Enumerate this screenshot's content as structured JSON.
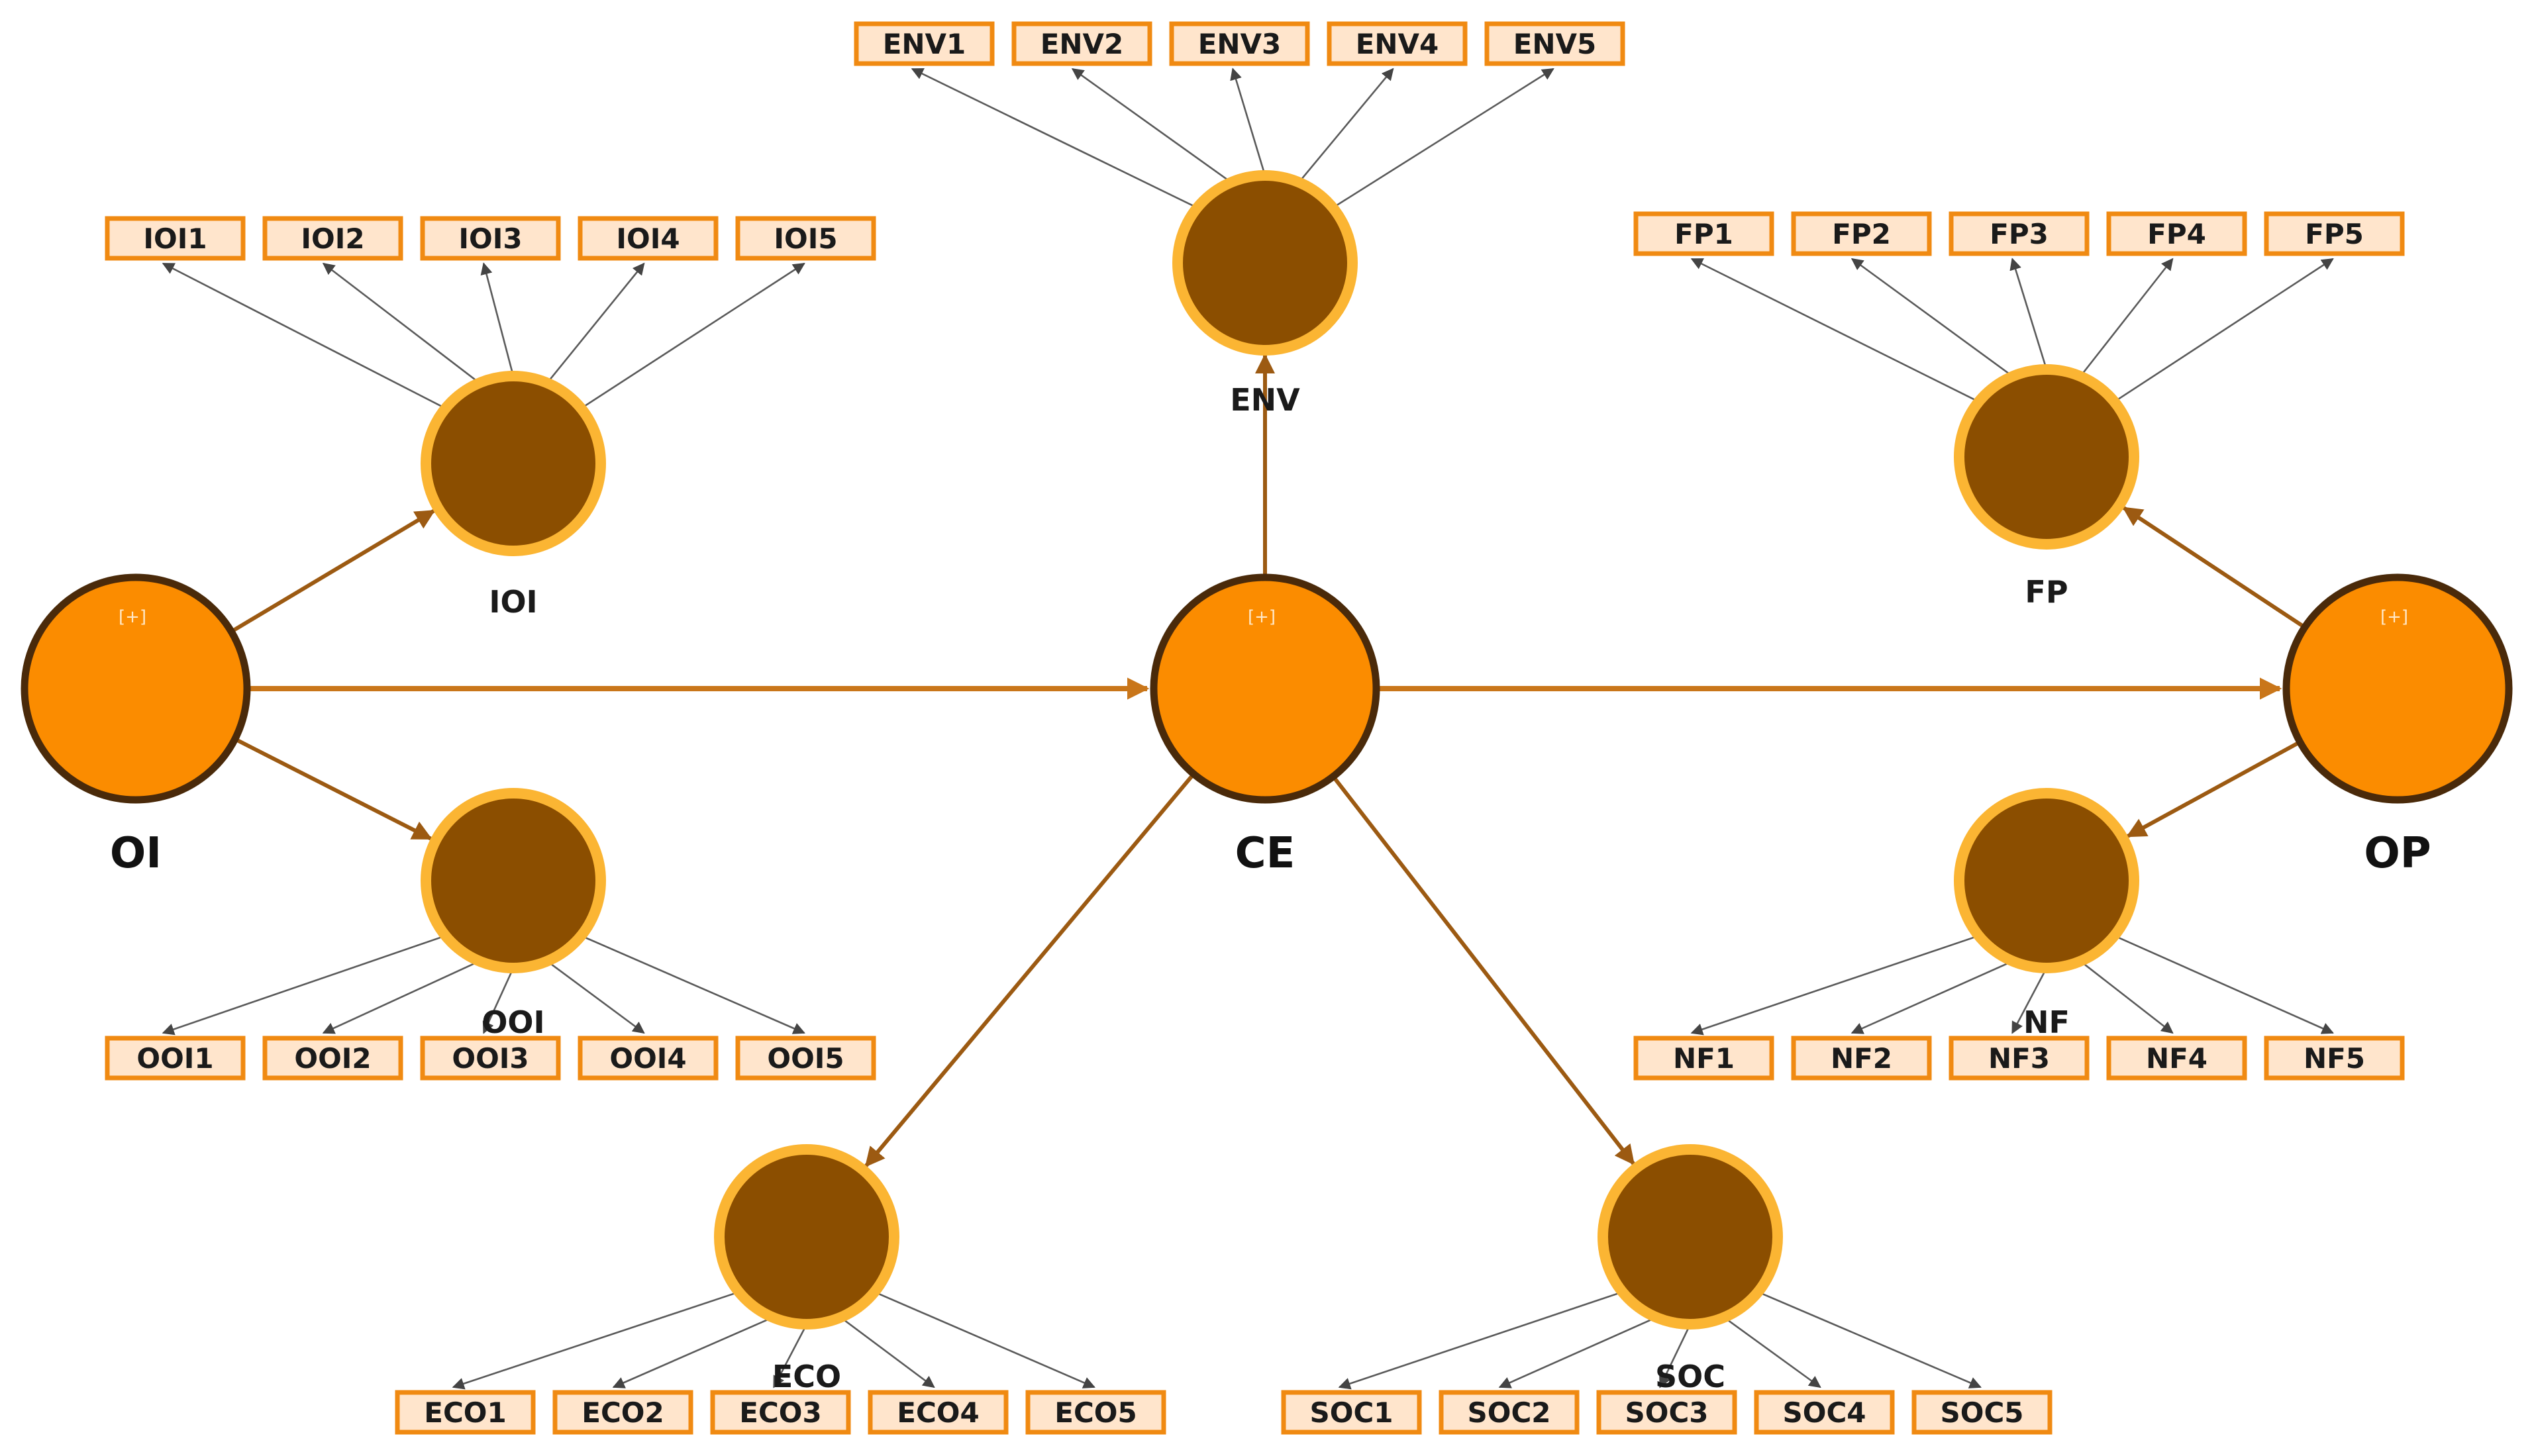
{
  "constructs": [
    {
      "id": "OI",
      "label": "OI",
      "expand": "[+]"
    },
    {
      "id": "CE",
      "label": "CE",
      "expand": "[+]"
    },
    {
      "id": "OP",
      "label": "OP",
      "expand": "[+]"
    }
  ],
  "latents": [
    {
      "id": "IOI",
      "label": "IOI",
      "indicators": [
        "IOI1",
        "IOI2",
        "IOI3",
        "IOI4",
        "IOI5"
      ]
    },
    {
      "id": "OOI",
      "label": "OOI",
      "indicators": [
        "OOI1",
        "OOI2",
        "OOI3",
        "OOI4",
        "OOI5"
      ]
    },
    {
      "id": "ENV",
      "label": "ENV",
      "indicators": [
        "ENV1",
        "ENV2",
        "ENV3",
        "ENV4",
        "ENV5"
      ]
    },
    {
      "id": "FP",
      "label": "FP",
      "indicators": [
        "FP1",
        "FP2",
        "FP3",
        "FP4",
        "FP5"
      ]
    },
    {
      "id": "NF",
      "label": "NF",
      "indicators": [
        "NF1",
        "NF2",
        "NF3",
        "NF4",
        "NF5"
      ]
    },
    {
      "id": "ECO",
      "label": "ECO",
      "indicators": [
        "ECO1",
        "ECO2",
        "ECO3",
        "ECO4",
        "ECO5"
      ]
    },
    {
      "id": "SOC",
      "label": "SOC",
      "indicators": [
        "SOC1",
        "SOC2",
        "SOC3",
        "SOC4",
        "SOC5"
      ]
    }
  ],
  "paths": [
    {
      "from": "OI",
      "to": "CE"
    },
    {
      "from": "CE",
      "to": "OP"
    },
    {
      "from": "OI",
      "to": "IOI"
    },
    {
      "from": "OI",
      "to": "OOI"
    },
    {
      "from": "CE",
      "to": "ENV"
    },
    {
      "from": "CE",
      "to": "ECO"
    },
    {
      "from": "CE",
      "to": "SOC"
    },
    {
      "from": "OP",
      "to": "FP"
    },
    {
      "from": "OP",
      "to": "NF"
    }
  ],
  "colors": {
    "construct_fill": "#fb8c00",
    "construct_stroke": "#4a2a0a",
    "latent_fill": "#8b4e00",
    "latent_stroke": "#fbb533",
    "indicator_fill": "#ffe5cc",
    "indicator_stroke": "#f08a12",
    "path_arrow": "#9c5a12",
    "main_path_arrow": "#c9761a",
    "loading_arrow": "#555555"
  }
}
